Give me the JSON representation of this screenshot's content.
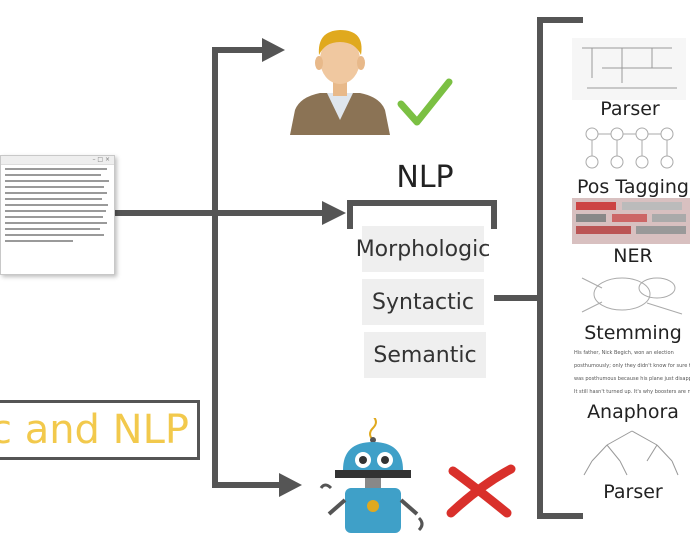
{
  "center": {
    "title": "NLP",
    "items": [
      "Morphologic",
      "Syntactic",
      "Semantic"
    ]
  },
  "left_title": "c and NLP",
  "tools": [
    "Parser",
    "Pos Tagging",
    "NER",
    "Stemming",
    "Anaphora",
    "Parser"
  ],
  "anaphora_text": [
    "His father, Nick Begich, won an election",
    "posthumously; only they didn't know for sure that",
    "was posthumous because his plane just disappeared",
    "It still hasn't turned up. It's why boosters are now"
  ],
  "colors": {
    "arrow": "#555555",
    "check": "#7bc043",
    "cross": "#d9302b",
    "title_text": "#f2c94c",
    "robot_head": "#3fa0c8"
  }
}
